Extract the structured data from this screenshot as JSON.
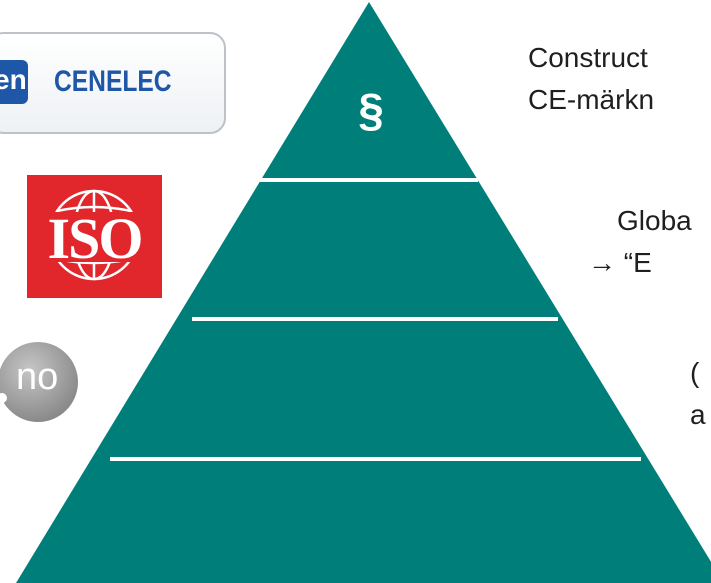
{
  "colors": {
    "pyramid_fill": "#007f7a",
    "pyramid_divider": "#ffffff",
    "cen_blue": "#1f57a8",
    "iso_red": "#e1262c",
    "sn_grey": "#9a9a9a"
  },
  "pyramid": {
    "levels": 4,
    "top_symbol": "§"
  },
  "logos": {
    "cen": {
      "mark": "en",
      "name": "CENELEC"
    },
    "iso": {
      "name": "ISO"
    },
    "sn": {
      "name": "no"
    }
  },
  "labels": {
    "level1_line1": "Construct",
    "level1_line2": "CE-märkn",
    "level2_line1": "Globa",
    "level2_line2": "→ “E",
    "level3_line1": "(",
    "level3_line2": "a"
  }
}
